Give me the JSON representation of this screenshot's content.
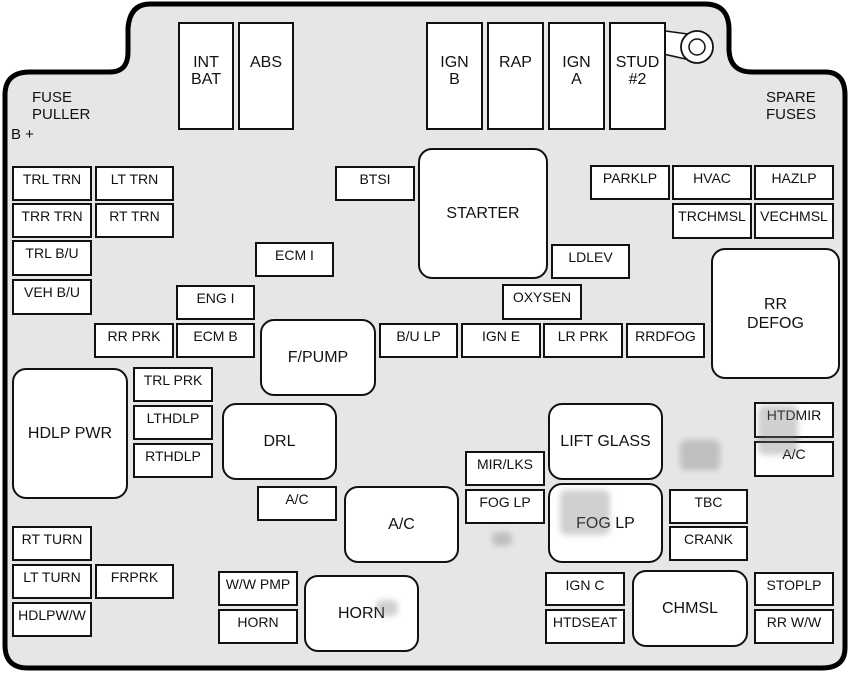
{
  "diagram": {
    "title_labels": {
      "fuse_puller": "FUSE\nPULLER",
      "b_plus": "B +",
      "spare_fuses": "SPARE\nFUSES"
    },
    "colors": {
      "background": "#e6e6e6",
      "outline": "#000000",
      "fuse_fill": "#ffffff"
    },
    "top_fuses": [
      {
        "label": "INT\nBAT"
      },
      {
        "label": "ABS"
      },
      {
        "label": "IGN\nB"
      },
      {
        "label": "RAP"
      },
      {
        "label": "IGN\nA"
      },
      {
        "label": "STUD\n#2"
      }
    ],
    "mini_fuses": [
      {
        "label": "TRL TRN"
      },
      {
        "label": "LT TRN"
      },
      {
        "label": "TRR TRN"
      },
      {
        "label": "RT TRN"
      },
      {
        "label": "TRL B/U"
      },
      {
        "label": "VEH B/U"
      },
      {
        "label": "BTSI"
      },
      {
        "label": "ECM I"
      },
      {
        "label": "ENG I"
      },
      {
        "label": "RR PRK"
      },
      {
        "label": "ECM B"
      },
      {
        "label": "PARKLP"
      },
      {
        "label": "HVAC"
      },
      {
        "label": "HAZLP"
      },
      {
        "label": "TRCHMSL"
      },
      {
        "label": "VECHMSL"
      },
      {
        "label": "LDLEV"
      },
      {
        "label": "OXYSEN"
      },
      {
        "label": "B/U LP"
      },
      {
        "label": "IGN E"
      },
      {
        "label": "LR PRK"
      },
      {
        "label": "RRDFOG"
      },
      {
        "label": "TRL PRK"
      },
      {
        "label": "LTHDLP"
      },
      {
        "label": "RTHDLP"
      },
      {
        "label": "A/C"
      },
      {
        "label": "MIR/LKS"
      },
      {
        "label": "FOG LP"
      },
      {
        "label": "HTDMIR"
      },
      {
        "label": "A/C"
      },
      {
        "label": "TBC"
      },
      {
        "label": "CRANK"
      },
      {
        "label": "RT TURN"
      },
      {
        "label": "LT TURN"
      },
      {
        "label": "FRPRK"
      },
      {
        "label": "HDLPW/W"
      },
      {
        "label": "W/W PMP"
      },
      {
        "label": "HORN"
      },
      {
        "label": "IGN C"
      },
      {
        "label": "HTDSEAT"
      },
      {
        "label": "STOPLP"
      },
      {
        "label": "RR W/W"
      }
    ],
    "relays": [
      {
        "label": "STARTER"
      },
      {
        "label": "RR\nDEFOG"
      },
      {
        "label": "F/PUMP"
      },
      {
        "label": "HDLP PWR"
      },
      {
        "label": "DRL"
      },
      {
        "label": "LIFT GLASS"
      },
      {
        "label": "FOG LP"
      },
      {
        "label": "A/C"
      },
      {
        "label": "HORN"
      },
      {
        "label": "CHMSL"
      }
    ]
  }
}
